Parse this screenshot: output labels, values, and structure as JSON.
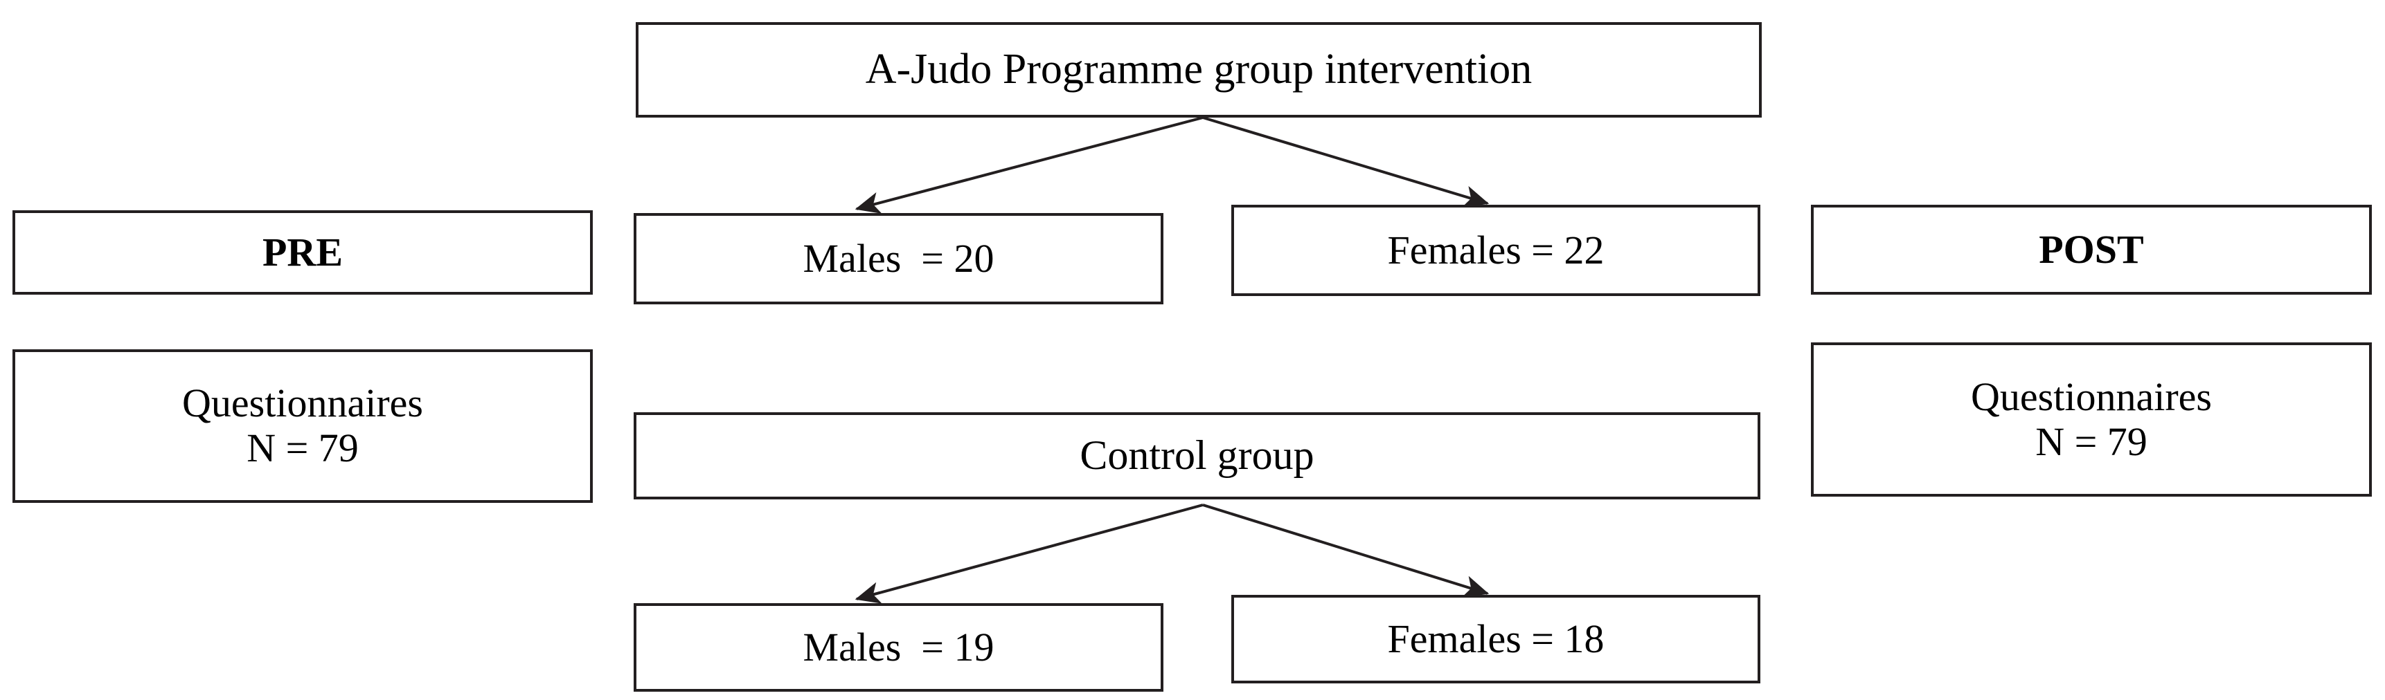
{
  "diagram": {
    "type": "flowchart",
    "title_text": "A-Judo Programme group intervention",
    "background_color": "#ffffff",
    "line_color": "#231f20",
    "nodes": {
      "intervention": {
        "label": "A-Judo Programme group intervention"
      },
      "intervention_males": {
        "label": "Males  = 20"
      },
      "intervention_females": {
        "label": "Females = 22"
      },
      "control": {
        "label": "Control group"
      },
      "control_males": {
        "label": "Males  = 19"
      },
      "control_females": {
        "label": "Females = 18"
      },
      "pre_header": {
        "label": "PRE"
      },
      "post_header": {
        "label": "POST"
      },
      "pre_questionnaires": {
        "line1": "Questionnaires",
        "line2": "N = 79"
      },
      "post_questionnaires": {
        "line1": "Questionnaires",
        "line2": "N = 79"
      }
    },
    "edges": [
      {
        "from": "intervention",
        "to": "intervention_males",
        "arrow": "arrowhead-down-left"
      },
      {
        "from": "intervention",
        "to": "intervention_females",
        "arrow": "arrowhead-down-right"
      },
      {
        "from": "control",
        "to": "control_males",
        "arrow": "arrowhead-down-left"
      },
      {
        "from": "control",
        "to": "control_females",
        "arrow": "arrowhead-down-right"
      }
    ]
  }
}
